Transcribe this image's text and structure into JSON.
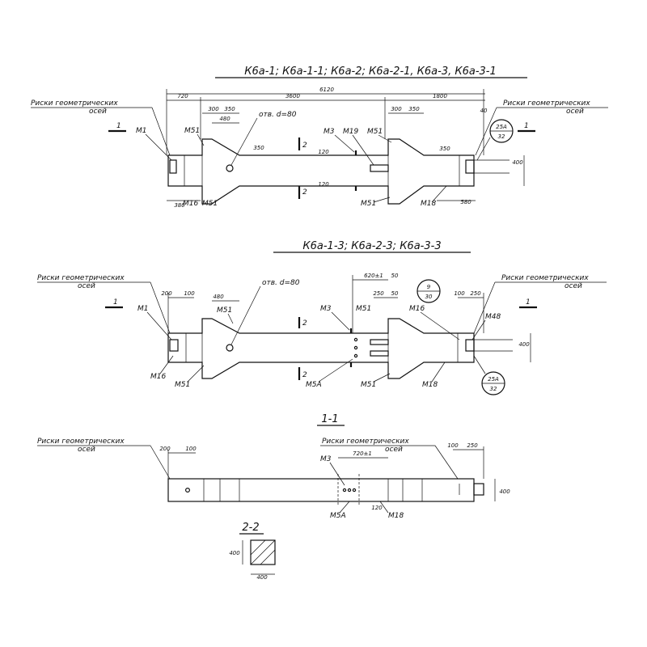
{
  "view1": {
    "title": "К6а-1; К6а-1-1; К6а-2; К6а-2-1, К6а-3, К6а-3-1",
    "risk_left": "Риски геометрических",
    "risk_left2": "осей",
    "risk_right": "Риски геометрических",
    "risk_right2": "осей",
    "dim_total": "6120",
    "dim_720": "720",
    "dim_3600": "3600",
    "dim_1800": "1800",
    "dim_300a": "300",
    "dim_350a": "350",
    "dim_480": "480",
    "dim_300b": "300",
    "dim_350b": "350",
    "dim_40": "40",
    "dim_380": "380",
    "dim_350h": "350",
    "dim_350h2": "350",
    "dim_580": "580",
    "dim_120a": "120",
    "dim_120b": "120",
    "dim_400": "400",
    "hole": "отв. d=80",
    "m1": "М1",
    "m51a": "М51",
    "m3": "М3",
    "m19": "М19",
    "m51b": "М51",
    "m16": "М16",
    "m51c": "М51",
    "m51d": "М51",
    "m18": "М18",
    "sec1": "1",
    "sec2": "2",
    "circle_top": "25А",
    "circle_bot": "32"
  },
  "view2": {
    "title": "К6а-1-3; К6а-2-3; К6а-3-3",
    "risk_left": "Риски геометрических",
    "risk_left2": "осей",
    "risk_right": "Риски геометрических",
    "risk_right2": "осей",
    "dim_200": "200",
    "dim_100": "100",
    "dim_480": "480",
    "dim_620": "620±1",
    "dim_50": "50",
    "dim_250": "250",
    "dim_100b": "100",
    "dim_250b": "250",
    "dim_400": "400",
    "hole": "отв. d=80",
    "m1": "М1",
    "m51a": "М51",
    "m3": "М3",
    "m51b": "М51",
    "m16a": "М16",
    "m48": "М48",
    "m16b": "М16",
    "m51c": "М51",
    "m5a": "М5А",
    "m51d": "М51",
    "m18": "М18",
    "sec1": "1",
    "sec2": "2",
    "circle1_top": "9",
    "circle1_bot": "30",
    "circle2_top": "25А",
    "circle2_bot": "32"
  },
  "view3": {
    "title": "1-1",
    "risk_left": "Риски геометрических",
    "risk_left2": "осей",
    "risk_right": "Риски геометрических",
    "risk_right2": "осей",
    "dim_200": "200",
    "dim_100": "100",
    "dim_720": "720±1",
    "dim_100b": "100",
    "dim_250": "250",
    "dim_400": "400",
    "dim_120": "120",
    "m3": "М3",
    "m5a": "М5А",
    "m18": "М18"
  },
  "view4": {
    "title": "2-2",
    "dim_400h": "400",
    "dim_400w": "400"
  }
}
